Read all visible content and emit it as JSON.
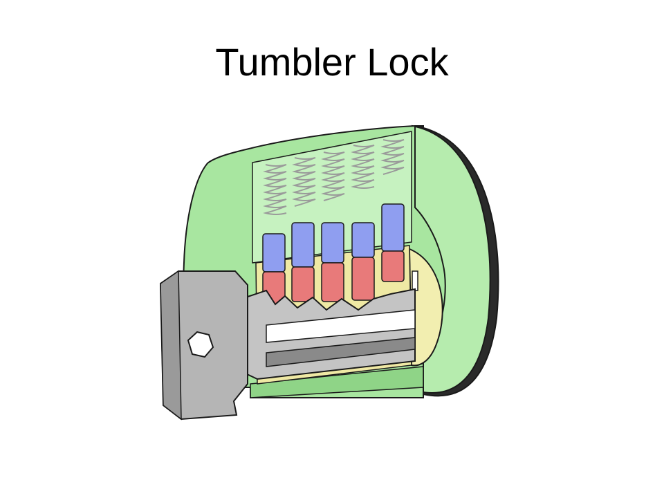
{
  "slide": {
    "title": "Tumbler Lock"
  },
  "illustration": {
    "subject": "tumbler-lock-cutaway",
    "colors": {
      "housing": "#a8e6a0",
      "housing_dark": "#7fc87a",
      "plug": "#f2eeb0",
      "key_light": "#c8c8c8",
      "key_dark": "#8a8a8a",
      "driver_pin": "#8f9ef0",
      "key_pin": "#e87a7a",
      "spring": "#d8d8d8",
      "outline": "#1a1a1a"
    },
    "pin_count": 5
  }
}
